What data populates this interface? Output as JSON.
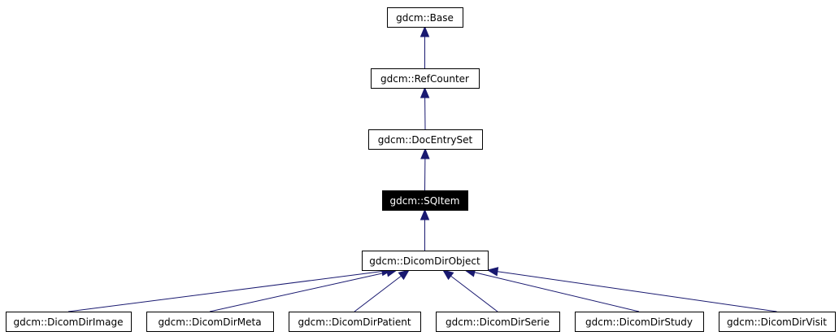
{
  "diagram": {
    "nodes": [
      {
        "id": "base",
        "label": "gdcm::Base",
        "highlight": false
      },
      {
        "id": "refcounter",
        "label": "gdcm::RefCounter",
        "highlight": false
      },
      {
        "id": "docentryset",
        "label": "gdcm::DocEntrySet",
        "highlight": false
      },
      {
        "id": "sqitem",
        "label": "gdcm::SQItem",
        "highlight": true
      },
      {
        "id": "dicomdirobject",
        "label": "gdcm::DicomDirObject",
        "highlight": false
      },
      {
        "id": "dicomdirimage",
        "label": "gdcm::DicomDirImage",
        "highlight": false
      },
      {
        "id": "dicomdirmeta",
        "label": "gdcm::DicomDirMeta",
        "highlight": false
      },
      {
        "id": "dicomdirpatient",
        "label": "gdcm::DicomDirPatient",
        "highlight": false
      },
      {
        "id": "dicomdirserie",
        "label": "gdcm::DicomDirSerie",
        "highlight": false
      },
      {
        "id": "dicomdirstudy",
        "label": "gdcm::DicomDirStudy",
        "highlight": false
      },
      {
        "id": "dicomdirvisit",
        "label": "gdcm::DicomDirVisit",
        "highlight": false
      }
    ],
    "edges": [
      {
        "from": "refcounter",
        "to": "base"
      },
      {
        "from": "docentryset",
        "to": "refcounter"
      },
      {
        "from": "sqitem",
        "to": "docentryset"
      },
      {
        "from": "dicomdirobject",
        "to": "sqitem"
      },
      {
        "from": "dicomdirimage",
        "to": "dicomdirobject"
      },
      {
        "from": "dicomdirmeta",
        "to": "dicomdirobject"
      },
      {
        "from": "dicomdirpatient",
        "to": "dicomdirobject"
      },
      {
        "from": "dicomdirserie",
        "to": "dicomdirobject"
      },
      {
        "from": "dicomdirstudy",
        "to": "dicomdirobject"
      },
      {
        "from": "dicomdirvisit",
        "to": "dicomdirobject"
      }
    ],
    "colors": {
      "edge": "#191970",
      "node_border": "#000000",
      "node_fill": "#ffffff",
      "highlight_fill": "#000000",
      "highlight_text": "#ffffff"
    }
  }
}
